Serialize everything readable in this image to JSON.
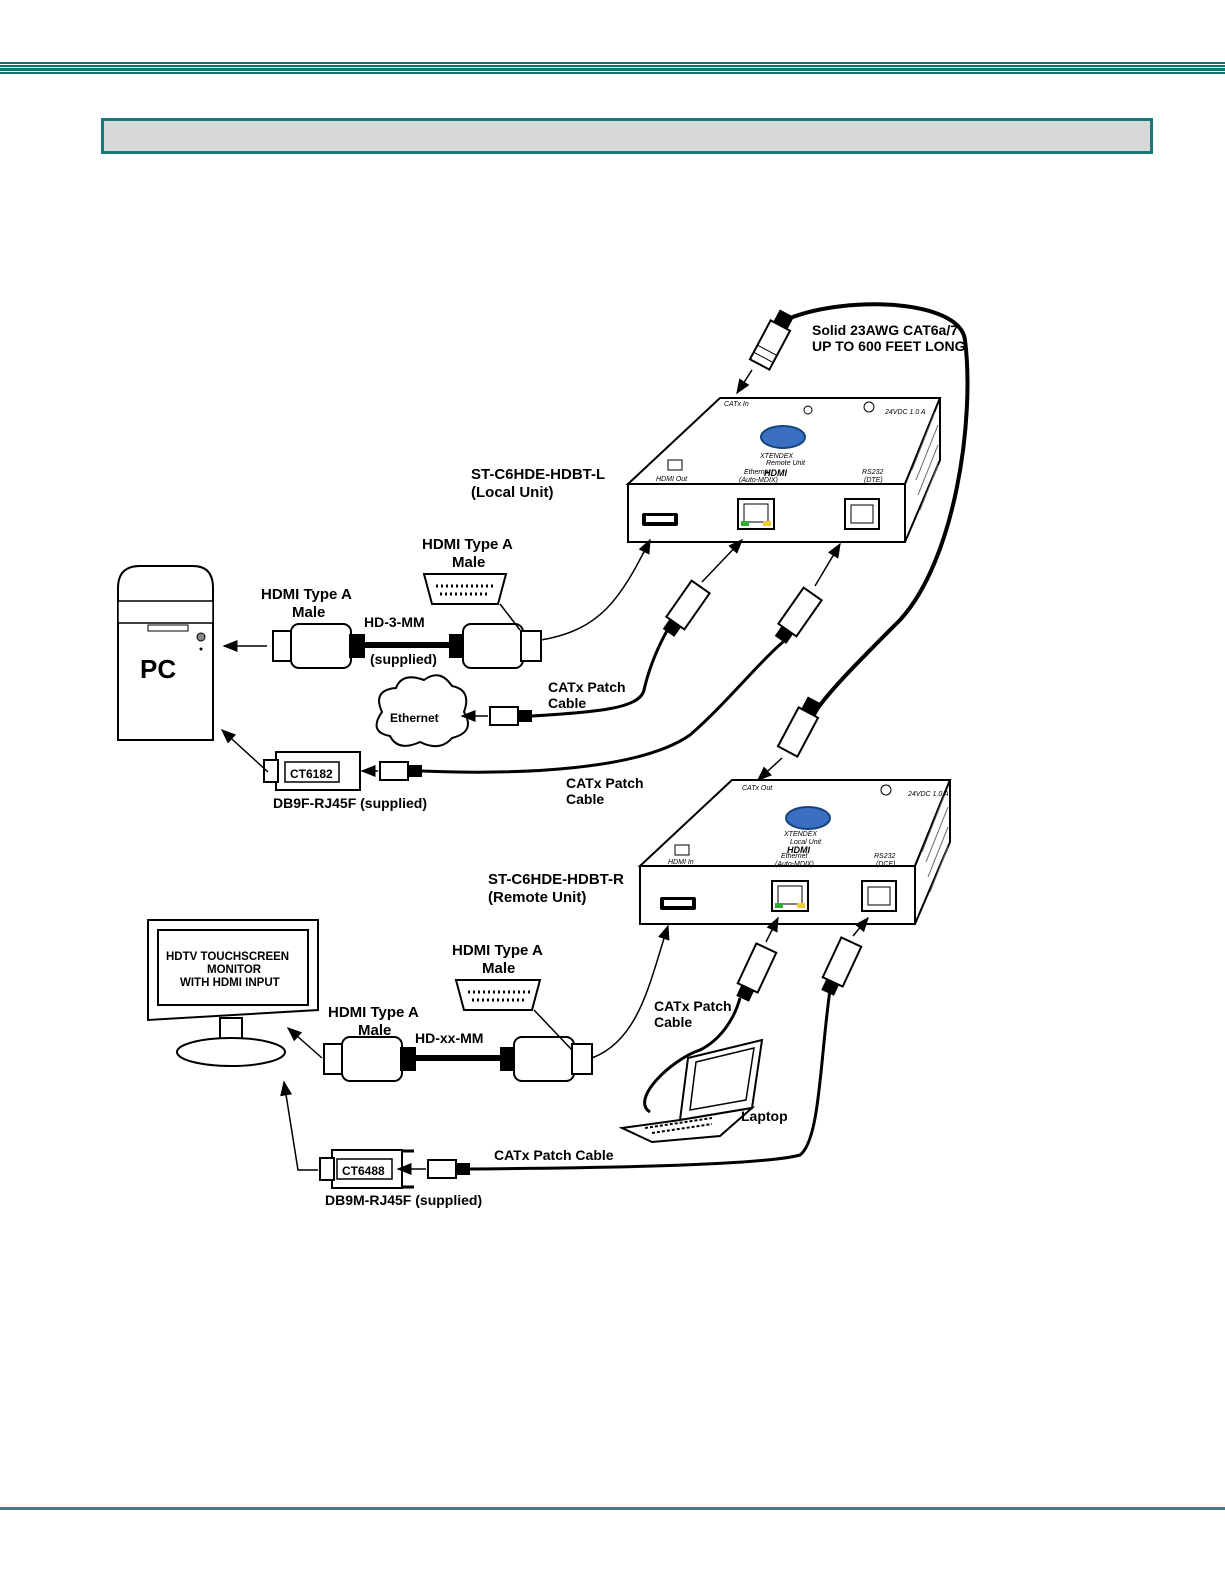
{
  "colors": {
    "header_rule": "#0e7575",
    "title_fill": "#d8d8d8",
    "title_border": "#157a7a",
    "footer_rule": "#2a8a8a"
  },
  "header": {
    "title": ""
  },
  "local_unit": {
    "model": "ST-C6HDE-HDBT-L",
    "role": "(Local Unit)",
    "ports": {
      "hdmi": "HDMI Out",
      "ethernet": "Ethernet",
      "ethernet_sub": "(Auto-MDIX)",
      "serial": "RS232",
      "serial_sub": "(DTE)"
    },
    "brand": "XTENDEX",
    "brand_sub": "Remote Unit",
    "hdmi_logo": "HDMI",
    "rear": {
      "catx": "CATx In",
      "power": "24VDC 1.0 A"
    }
  },
  "remote_unit": {
    "model": "ST-C6HDE-HDBT-R",
    "role": "(Remote Unit)",
    "ports": {
      "hdmi": "HDMI In",
      "ethernet": "Ethernet",
      "ethernet_sub": "(Auto-MDIX)",
      "serial": "RS232",
      "serial_sub": "(DCE)"
    },
    "brand": "XTENDEX",
    "brand_sub": "Local Unit",
    "hdmi_logo": "HDMI",
    "rear": {
      "catx": "CATx Out",
      "power": "24VDC 1.0 A"
    }
  },
  "trunk_cable": {
    "line1": "Solid 23AWG CAT6a/7",
    "line2": "UP TO 600 FEET LONG"
  },
  "pc": {
    "label": "PC"
  },
  "top_hdmi": {
    "left_connector": {
      "line1": "HDMI Type A",
      "line2": "Male"
    },
    "right_connector": {
      "line1": "HDMI Type A",
      "line2": "Male"
    },
    "cable": "HD-3-MM",
    "cable_note": "(supplied)"
  },
  "ethernet_cloud": {
    "label": "Ethernet"
  },
  "top_catx_1": {
    "line1": "CATx Patch",
    "line2": "Cable"
  },
  "top_catx_2": {
    "line1": "CATx Patch",
    "line2": "Cable"
  },
  "adapter_top": {
    "part": "CT6182",
    "desc": "DB9F-RJ45F (supplied)"
  },
  "monitor": {
    "line1": "HDTV TOUCHSCREEN",
    "line2": "MONITOR",
    "line3": "WITH HDMI INPUT"
  },
  "bottom_hdmi": {
    "left_connector": {
      "line1": "HDMI Type A",
      "line2": "Male"
    },
    "right_connector": {
      "line1": "HDMI Type A",
      "line2": "Male"
    },
    "cable": "HD-xx-MM"
  },
  "bottom_catx_1": {
    "line1": "CATx Patch",
    "line2": "Cable"
  },
  "laptop": {
    "label": "Laptop"
  },
  "bottom_catx_2": {
    "label": "CATx Patch Cable"
  },
  "adapter_bottom": {
    "part": "CT6488",
    "desc": "DB9M-RJ45F (supplied)"
  },
  "icons": [
    "rj45-plug-icon",
    "hdmi-port-icon",
    "rj45-port-icon",
    "monitor-icon",
    "db9-adapter-icon",
    "pc-tower-icon",
    "laptop-icon",
    "cloud-icon"
  ]
}
